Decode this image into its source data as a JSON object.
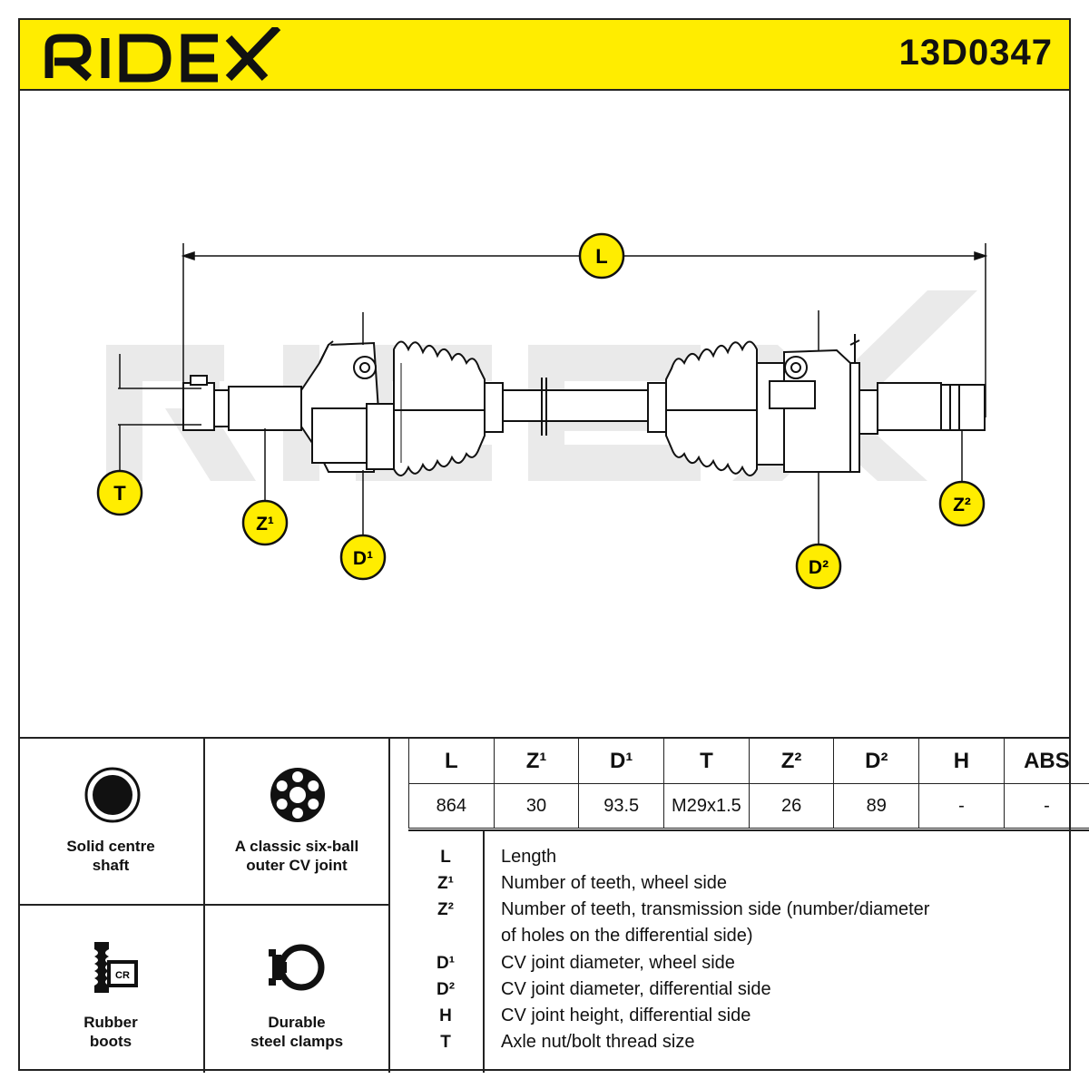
{
  "header": {
    "brand": "RIDEX",
    "part_number": "13D0347"
  },
  "diagram": {
    "watermark": "RIDEX",
    "callouts": {
      "L": "L",
      "T": "T",
      "Z1": "Z¹",
      "D1": "D¹",
      "D2": "D²",
      "Z2": "Z²"
    },
    "callout_color": "#ffed00"
  },
  "features": [
    {
      "icon": "solid-shaft-icon",
      "label_line1": "Solid centre",
      "label_line2": "shaft"
    },
    {
      "icon": "six-ball-joint-icon",
      "label_line1": "A classic six-ball",
      "label_line2": "outer CV joint"
    },
    {
      "icon": "rubber-boot-icon",
      "label_line1": "Rubber",
      "label_line2": "boots",
      "badge": "CR"
    },
    {
      "icon": "steel-clamp-icon",
      "label_line1": "Durable",
      "label_line2": "steel clamps"
    }
  ],
  "spec_table": {
    "headers": [
      "L",
      "Z¹",
      "D¹",
      "T",
      "Z²",
      "D²",
      "H",
      "ABS"
    ],
    "values": [
      "864",
      "30",
      "93.5",
      "M29x1.5",
      "26",
      "89",
      "-",
      "-"
    ]
  },
  "legend": [
    {
      "symbol": "L",
      "text": "Length"
    },
    {
      "symbol": "Z¹",
      "text": "Number of teeth, wheel side"
    },
    {
      "symbol": "Z²",
      "text": "Number of teeth, transmission side (number/diameter",
      "text2": "of holes on the differential side)"
    },
    {
      "symbol": "D¹",
      "text": "CV joint diameter, wheel side"
    },
    {
      "symbol": "D²",
      "text": "CV joint diameter, differential side"
    },
    {
      "symbol": "H",
      "text": "CV joint height, differential side"
    },
    {
      "symbol": "T",
      "text": "Axle nut/bolt thread size"
    }
  ]
}
